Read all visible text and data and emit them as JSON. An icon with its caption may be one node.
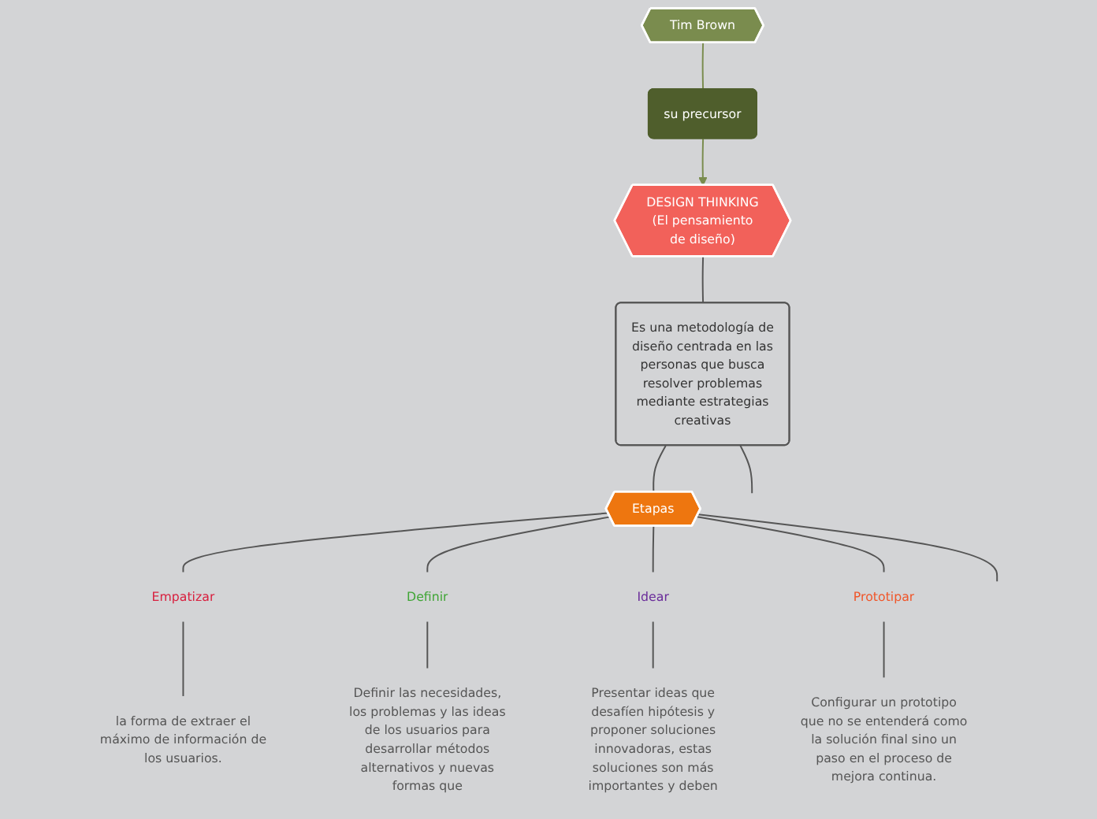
{
  "diagram": {
    "nodes": [
      {
        "text": [
          "DESIGN THINKING (El pensamiento de diseño)"
        ]
      },
      {
        "text": [
          "su precursor"
        ]
      },
      {
        "text": [
          "Tim Brown"
        ]
      },
      {
        "text": [
          "Es una metodología de diseño centrada en las personas que busca resolver problemas mediante estrategias creativas"
        ]
      },
      {
        "text": [
          "Etapas"
        ]
      },
      {
        "text": [
          "Empatizar"
        ]
      },
      {
        "text": [
          "Definir"
        ]
      },
      {
        "text": [
          "Idear"
        ]
      },
      {
        "text": [
          "Prototipar"
        ]
      },
      {
        "text": [
          "la forma de extraer el máximo de información de los usuarios."
        ]
      },
      {
        "text": [
          "Definir las necesidades, los problemas y las ideas de los usuarios para desarrollar métodos alternativos y nuevas formas que"
        ]
      },
      {
        "text": [
          "Presentar ideas que desafíen hipótesis y proponer soluciones innovadoras, estas soluciones son más importantes y deben"
        ]
      },
      {
        "text": [
          "Configurar un prototipo que no se entenderá como la solución final sino un paso en el proceso de mejora continua."
        ]
      }
    ],
    "edges": [
      {
        "from": 2,
        "to": 1,
        "arrow": "none",
        "color": "#7a8c4e"
      },
      {
        "from": 1,
        "to": 0,
        "arrow": "to",
        "color": "#7a8c4e"
      },
      {
        "from": 0,
        "to": 3,
        "arrow": "none"
      },
      {
        "from": 3,
        "to": 4,
        "arrow": "none"
      },
      {
        "from": 3,
        "to": null,
        "arrow": "none"
      },
      {
        "from": 4,
        "to": 5,
        "arrow": "none"
      },
      {
        "from": 4,
        "to": 6,
        "arrow": "none"
      },
      {
        "from": 4,
        "to": 7,
        "arrow": "none"
      },
      {
        "from": 4,
        "to": 8,
        "arrow": "none"
      },
      {
        "from": 4,
        "to": null,
        "arrow": "none"
      },
      {
        "from": 5,
        "to": 9,
        "arrow": "none"
      },
      {
        "from": 6,
        "to": 10,
        "arrow": "none"
      },
      {
        "from": 7,
        "to": 11,
        "arrow": "none"
      },
      {
        "from": 8,
        "to": 12,
        "arrow": "none"
      }
    ]
  }
}
